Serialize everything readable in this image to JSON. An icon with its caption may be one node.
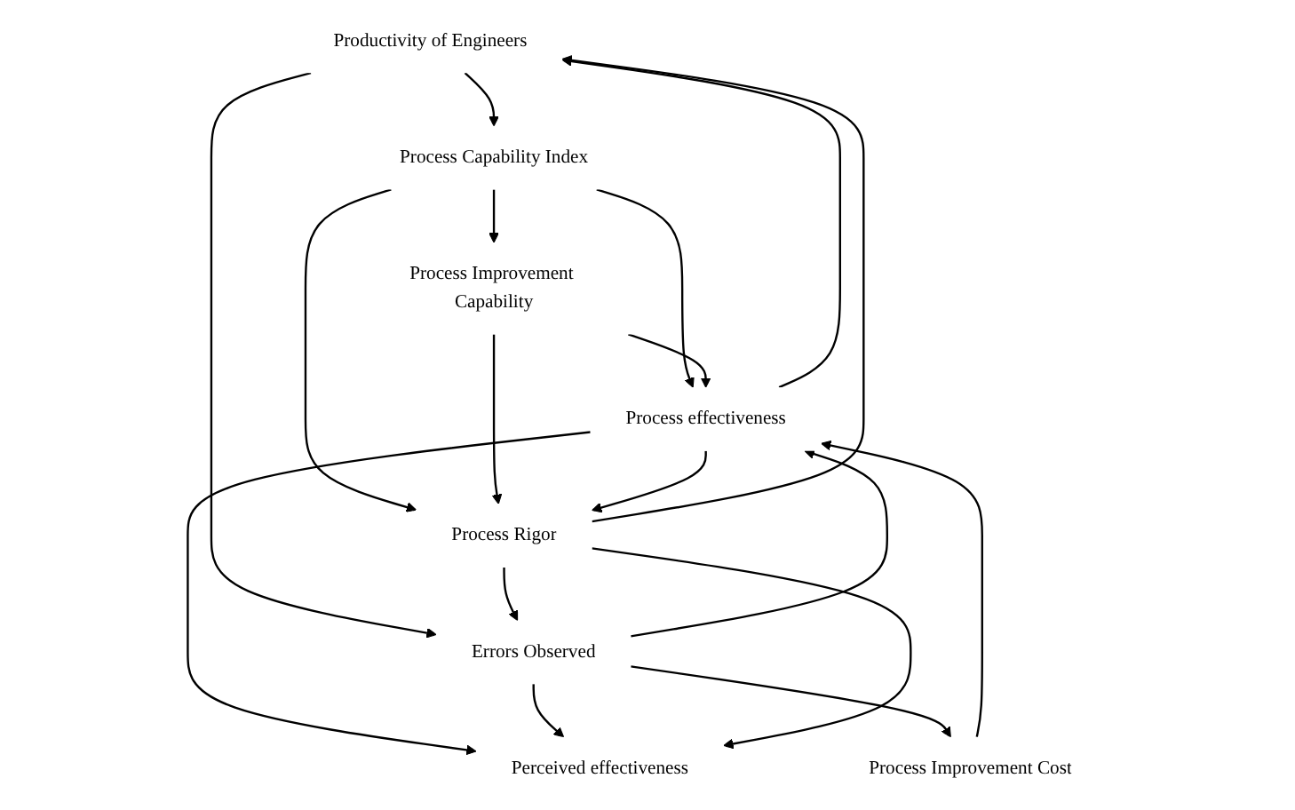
{
  "diagram": {
    "nodes": [
      {
        "text": [
          "Productivity of Engineers"
        ]
      },
      {
        "text": [
          "Process Capability Index"
        ]
      },
      {
        "text": [
          "Process effectiveness"
        ]
      },
      {
        "text": [
          "Errors Observed"
        ]
      },
      {
        "text": [
          "Process Improvement Capability"
        ]
      },
      {
        "text": [
          "Process Improvement Cost"
        ]
      },
      {
        "text": [
          "Perceived effectiveness"
        ]
      },
      {
        "text": [
          "Process Rigor"
        ]
      }
    ],
    "edges": [
      {
        "from": 7,
        "to": 0,
        "arrow": "to"
      },
      {
        "from": 0,
        "to": 1,
        "arrow": "to"
      },
      {
        "from": 0,
        "to": 3,
        "arrow": "to"
      },
      {
        "from": 2,
        "to": 0,
        "arrow": "to"
      },
      {
        "from": 1,
        "to": 2,
        "arrow": "to"
      },
      {
        "from": 1,
        "to": 4,
        "arrow": "to"
      },
      {
        "from": 1,
        "to": 7,
        "arrow": "to"
      },
      {
        "from": 3,
        "to": 2,
        "arrow": "to"
      },
      {
        "from": 3,
        "to": 5,
        "arrow": "to"
      },
      {
        "from": 5,
        "to": 2,
        "arrow": "to"
      },
      {
        "from": 4,
        "to": 2,
        "arrow": "to"
      },
      {
        "from": 4,
        "to": 7,
        "arrow": "to"
      },
      {
        "from": 2,
        "to": 6,
        "arrow": "to"
      },
      {
        "from": 2,
        "to": 7,
        "arrow": "to"
      },
      {
        "from": 3,
        "to": 6,
        "arrow": "to"
      },
      {
        "from": 7,
        "to": 6,
        "arrow": "to"
      },
      {
        "from": 7,
        "to": 3,
        "arrow": "to"
      }
    ]
  }
}
